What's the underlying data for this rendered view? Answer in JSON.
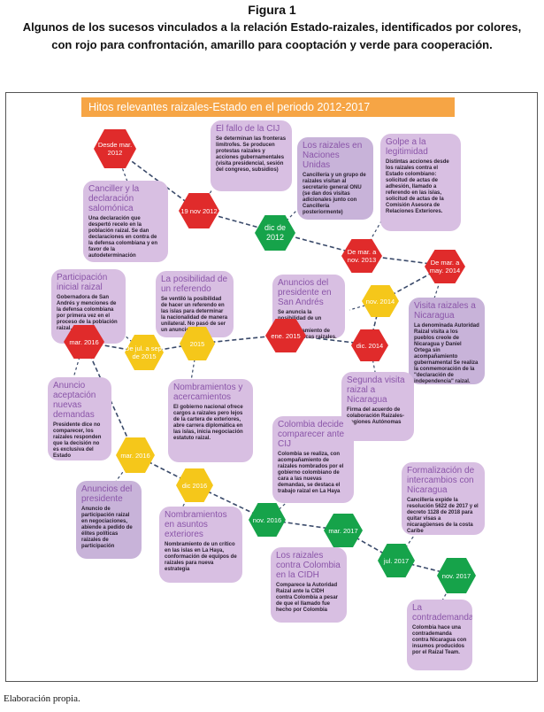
{
  "figure": {
    "number": "Figura 1",
    "caption": "Algunos de los sucesos vinculados a la relación Estado-raizales, identificados por colores, con rojo para confrontación, amarillo para cooptación y verde para cooperación."
  },
  "banner": "Hitos relevantes raizales-Estado en el periodo 2012-2017",
  "colors": {
    "confrontacion": "#e02b2b",
    "cooptacion": "#f5c71a",
    "cooperacion": "#16a34a",
    "card": "#d8bfe2",
    "title": "#8a55a8"
  },
  "nodes": [
    {
      "id": "desde-mar-2012",
      "label": "Desde mar. 2012",
      "color": "red"
    },
    {
      "id": "19-nov-2012",
      "label": "19 nov 2012",
      "color": "red"
    },
    {
      "id": "dic-2012",
      "label": "dic de 2012",
      "color": "green"
    },
    {
      "id": "mar-nov-2013",
      "label": "De mar. a nov. 2013",
      "color": "red"
    },
    {
      "id": "mar-may-2014",
      "label": "De mar. a may. 2014",
      "color": "red"
    },
    {
      "id": "nov-2014",
      "label": "nov. 2014",
      "color": "yellow"
    },
    {
      "id": "dic-2014",
      "label": "dic. 2014",
      "color": "red"
    },
    {
      "id": "ene-2015",
      "label": "ene. 2015",
      "color": "red"
    },
    {
      "id": "2015",
      "label": "2015",
      "color": "yellow"
    },
    {
      "id": "jul-sep-2015",
      "label": "De jul. a sep. de 2015",
      "color": "yellow"
    },
    {
      "id": "mar-2016-a",
      "label": "mar. 2016",
      "color": "red"
    },
    {
      "id": "mar-2016-b",
      "label": "mar. 2016",
      "color": "yellow"
    },
    {
      "id": "dic-2016",
      "label": "dic 2016",
      "color": "yellow"
    },
    {
      "id": "nov-2016",
      "label": "nov. 2016",
      "color": "green"
    },
    {
      "id": "mar-2017",
      "label": "mar. 2017",
      "color": "green"
    },
    {
      "id": "jul-2017",
      "label": "jul. 2017",
      "color": "green"
    },
    {
      "id": "nov-2017",
      "label": "nov. 2017",
      "color": "green"
    }
  ],
  "cards": [
    {
      "id": "fallo-cij",
      "title": "El fallo de la CIJ",
      "body": "Se determinan las fronteras limítrofes. Se producen protestas raizales y acciones gubernamentales (visita presidencial, sesión del congreso, subsidios)"
    },
    {
      "id": "canciller",
      "title": "Canciller y la declaración salomónica",
      "body": "Una declaración que despertó recelo en la población raizal. Se dan declaraciones en contra de la defensa colombiana y en favor de la autodeterminación"
    },
    {
      "id": "naciones-unidas",
      "title": "Los raizales en Naciones Unidas",
      "body": "Cancillería y un grupo de raizales visitan al secretario general ONU (se dan dos visitas adicionales junto con Cancillería posteriormente)"
    },
    {
      "id": "golpe",
      "title": "Golpe a la legitimidad",
      "body": "Distintas acciones desde los raizales contra el Estado colombiano: solicitud de actas de adhesión, llamado a referendo en las islas, solicitud de actas de la Comisión Asesora de Relaciones Exteriores."
    },
    {
      "id": "participacion",
      "title": "Participación inicial raizal",
      "body": "Gobernadora de San Andrés y menciones de la defensa colombiana por primera vez en el proceso de la población raizal."
    },
    {
      "id": "referendo",
      "title": "La posibilidad de un referendo",
      "body": "Se ventiló la posibilidad de hacer un referendo en las islas para determinar la nacionalidad de manera unilateral. No pasó de ser un anuncio."
    },
    {
      "id": "anuncios-san-andres",
      "title": "Anuncios del presidente en San Andrés",
      "body": "Se anuncia la posibilidad de un tratado, Acompañamiento de élites políticas raizales."
    },
    {
      "id": "visita-nicaragua",
      "title": "Visita raizales a Nicaragua",
      "body": "La denominada Autoridad Raizal visita a los pueblos creole de Nicaragua y Daniel Ortega sin acompañamiento gubernamental Se realiza la conmemoración de la \"declaración de independencia\" raizal."
    },
    {
      "id": "aceptacion",
      "title": "Anuncio aceptación nuevas demandas",
      "body": "Presidente dice no comparecer, los raizales responden que la decisión no es exclusiva del Estado"
    },
    {
      "id": "nombramientos-acercamientos",
      "title": "Nombramientos y acercamientos",
      "body": "El gobierno nacional ofrece cargos a raizales pero lejos de la cartera de exteriores, abre carrera diplomática en las islas, inicia negociación estatuto raizal."
    },
    {
      "id": "segunda-visita",
      "title": "Segunda visita raizal a Nicaragua",
      "body": "Firma del acuerdo de colaboración Raizales-Regiones Autónomas"
    },
    {
      "id": "comparecer",
      "title": "Colombia decide comparecer ante CIJ",
      "body": "Colombia se realiza, con acompañamiento de raizales nombrados por el gobierno colombiano de cara a las nuevas demandas, se destaca el trabajo raizal en La Haya"
    },
    {
      "id": "anuncios-presidente",
      "title": "Anuncios del presidente",
      "body": "Anuncio de participación raizal en negociaciones, abiende a pedido de élites políticas raizales de participación"
    },
    {
      "id": "nombramientos-exteriores",
      "title": "Nombramientos en asuntos exteriores",
      "body": "Nombramiento de un crítico en las islas en La Haya, conformación de equipos de raizales para nueva estrategia"
    },
    {
      "id": "formalizacion",
      "title": "Formalización de intercambios con Nicaragua",
      "body": "Cancillería expide la resolución 5622 de 2017 y el decreto 1128 de 2018 para quitar visas a nicaragüenses de la costa Caribe"
    },
    {
      "id": "cidh",
      "title": "Los raizales contra Colombia en la CIDH",
      "body": "Comparece la Autoridad Raizal ante la CIDH contra Colombia a pesar de que el llamado fue hecho por Colombia"
    },
    {
      "id": "contrademanda",
      "title": "La contrademanda",
      "body": "Colombia hace una contrademanda contra Nicaragua con insumos producidos por el Raizal Team."
    }
  ],
  "source": "Elaboración propia."
}
